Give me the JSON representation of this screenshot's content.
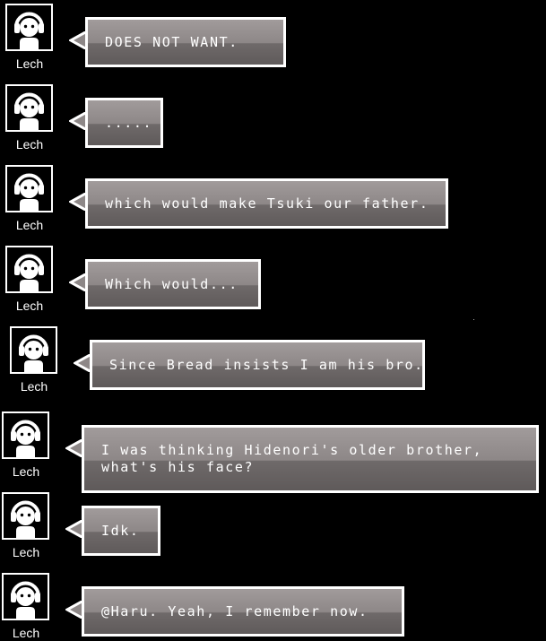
{
  "messages": [
    {
      "user": "Lech",
      "text": "DOES NOT WANT."
    },
    {
      "user": "Lech",
      "text": "....."
    },
    {
      "user": "Lech",
      "text": "which would make Tsuki our father."
    },
    {
      "user": "Lech",
      "text": "Which would..."
    },
    {
      "user": "Lech",
      "text": "Since Bread insists I am his bro."
    },
    {
      "user": "Lech",
      "text": "I was thinking Hidenori's older brother,\nwhat's his face?"
    },
    {
      "user": "Lech",
      "text": "Idk."
    },
    {
      "user": "Lech",
      "text": "@Haru. Yeah, I remember now."
    }
  ],
  "colors": {
    "background": "#000000",
    "bubble_border": "#ffffff",
    "bubble_top": "#a19b9b",
    "bubble_bottom": "#5f5a5a",
    "text": "#ffffff"
  },
  "icons": {
    "avatar": "headphones-person-icon"
  }
}
